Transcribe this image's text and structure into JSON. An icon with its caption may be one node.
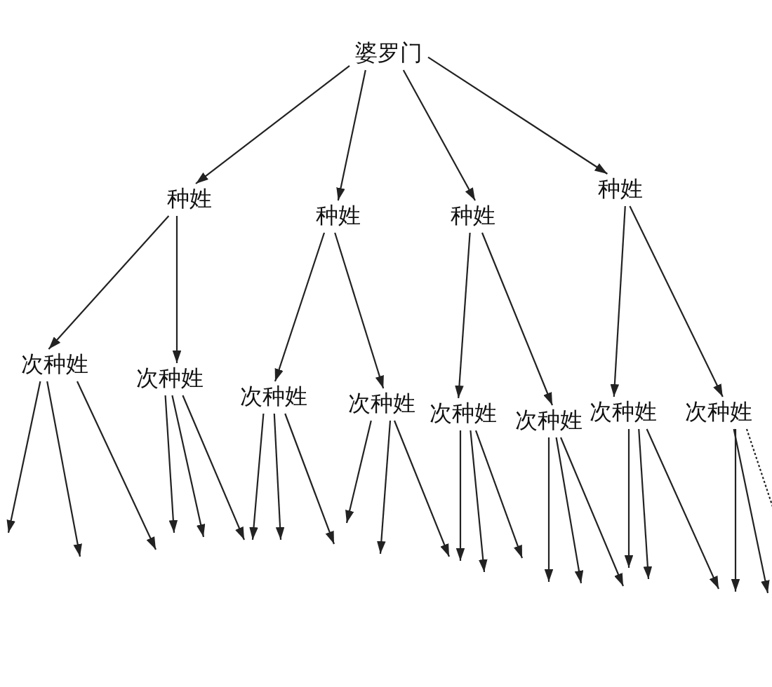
{
  "diagram": {
    "nodes": [
      {
        "text": [
          "婆罗门"
        ]
      },
      {
        "text": [
          "种姓"
        ]
      },
      {
        "text": [
          "种姓"
        ]
      },
      {
        "text": [
          "种姓"
        ]
      },
      {
        "text": [
          "种姓"
        ]
      },
      {
        "text": [
          "次种姓"
        ]
      },
      {
        "text": [
          "次种姓"
        ]
      },
      {
        "text": [
          "次种姓"
        ]
      },
      {
        "text": [
          "次种姓"
        ]
      },
      {
        "text": [
          "次种姓"
        ]
      },
      {
        "text": [
          "次种姓"
        ]
      },
      {
        "text": [
          "次种姓"
        ]
      },
      {
        "text": [
          "次种姓"
        ]
      }
    ],
    "edges": [
      {
        "from": 0,
        "to": 1,
        "arrow": "to"
      },
      {
        "from": 0,
        "to": 2,
        "arrow": "to"
      },
      {
        "from": 0,
        "to": 3,
        "arrow": "to"
      },
      {
        "from": 0,
        "to": 4,
        "arrow": "to"
      },
      {
        "from": 1,
        "to": 5,
        "arrow": "to"
      },
      {
        "from": 1,
        "to": 6,
        "arrow": "to"
      },
      {
        "from": 2,
        "to": 7,
        "arrow": "to"
      },
      {
        "from": 2,
        "to": 8,
        "arrow": "to"
      },
      {
        "from": 3,
        "to": 9,
        "arrow": "to"
      },
      {
        "from": 3,
        "to": 10,
        "arrow": "to"
      },
      {
        "from": 4,
        "to": 11,
        "arrow": "to"
      },
      {
        "from": 4,
        "to": 12,
        "arrow": "to"
      },
      {
        "from": 5,
        "to": null,
        "arrow": "to"
      },
      {
        "from": 5,
        "to": null,
        "arrow": "to"
      },
      {
        "from": 5,
        "to": null,
        "arrow": "to"
      },
      {
        "from": 6,
        "to": null,
        "arrow": "to"
      },
      {
        "from": 6,
        "to": null,
        "arrow": "to"
      },
      {
        "from": 6,
        "to": null,
        "arrow": "to"
      },
      {
        "from": 7,
        "to": null,
        "arrow": "to"
      },
      {
        "from": 7,
        "to": null,
        "arrow": "to"
      },
      {
        "from": 7,
        "to": null,
        "arrow": "to"
      },
      {
        "from": 8,
        "to": null,
        "arrow": "to"
      },
      {
        "from": 8,
        "to": null,
        "arrow": "to"
      },
      {
        "from": 8,
        "to": null,
        "arrow": "to"
      },
      {
        "from": 9,
        "to": null,
        "arrow": "to"
      },
      {
        "from": 9,
        "to": null,
        "arrow": "to"
      },
      {
        "from": 9,
        "to": null,
        "arrow": "to"
      },
      {
        "from": 10,
        "to": null,
        "arrow": "to"
      },
      {
        "from": 10,
        "to": null,
        "arrow": "to"
      },
      {
        "from": 10,
        "to": null,
        "arrow": "to"
      },
      {
        "from": 11,
        "to": null,
        "arrow": "to"
      },
      {
        "from": 11,
        "to": null,
        "arrow": "to"
      },
      {
        "from": 11,
        "to": null,
        "arrow": "to"
      },
      {
        "from": 12,
        "to": null,
        "arrow": "to"
      },
      {
        "from": 12,
        "to": null,
        "arrow": "to"
      },
      {
        "from": 12,
        "to": null,
        "arrow": "none",
        "style": "dashed"
      }
    ]
  }
}
